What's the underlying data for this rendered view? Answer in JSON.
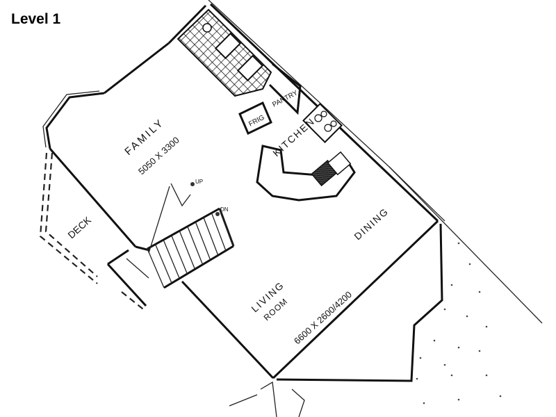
{
  "title": "Level 1",
  "rooms": {
    "family": {
      "name": "FAMILY",
      "size": "5050 X 3300"
    },
    "kitchen": {
      "name": "KITCHEN"
    },
    "pantry": {
      "name": "PANTRY"
    },
    "fridge": {
      "name": "FRIG"
    },
    "deck": {
      "name": "DECK"
    },
    "dining": {
      "name": "DINING"
    },
    "living": {
      "name_line1": "LIVING",
      "name_line2": "ROOM",
      "size": "6600 X 2600/4200"
    }
  },
  "stairs": {
    "up_label": "UP",
    "down_label": "DN"
  }
}
